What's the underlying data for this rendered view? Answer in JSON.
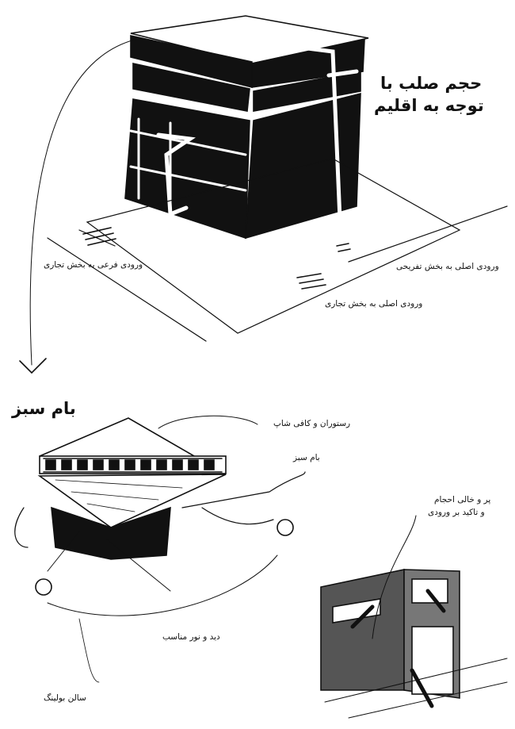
{
  "sketch1": {
    "title_line1": "حجم صلب با",
    "title_line2": "توجه به اقلیم",
    "label_side_entrance_commercial": "ورودی فرعی به بخش تجاری",
    "label_main_entrance_recreation": "ورودی اصلی به بخش تفریحی",
    "label_main_entrance_commercial": "ورودی اصلی به بخش تجاری"
  },
  "sketch2": {
    "title": "بام سبز",
    "label_restaurant": "رستوران و کافی شاپ",
    "label_green_roof": "بام سبز",
    "label_view_light": "دید و نور مناسب",
    "label_bowling": "سالن بولینگ"
  },
  "sketch3": {
    "label_line1": "پر و خالی احجام",
    "label_line2": "و تاکید بر ورودی"
  },
  "colors": {
    "ink": "#111111",
    "wall_gray": "#555555"
  }
}
